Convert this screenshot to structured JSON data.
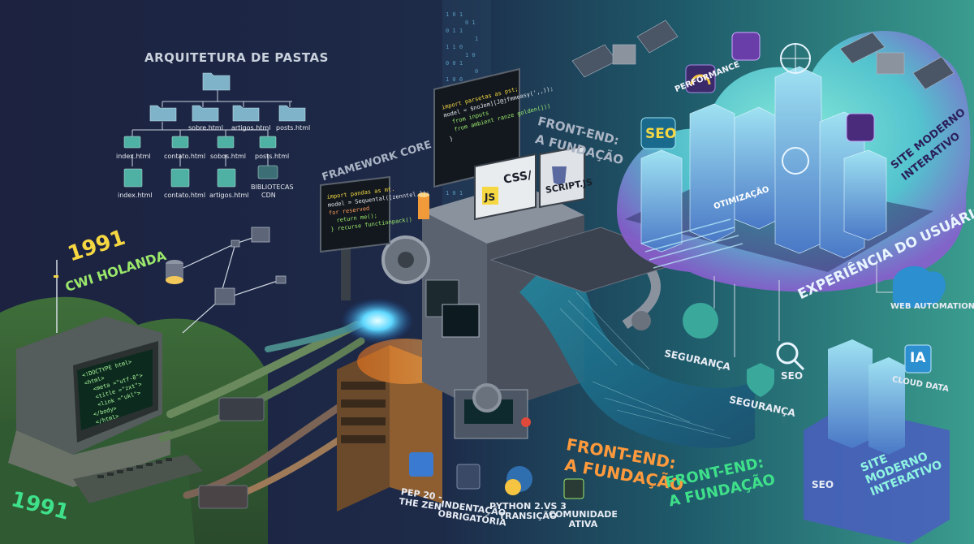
{
  "colors": {
    "bg": "#1a1f3a",
    "accent_cyan": "#3fe6e0",
    "accent_orange": "#ff8a2a",
    "accent_green": "#9be86b",
    "accent_yellow": "#f5d742"
  },
  "folder_section": {
    "title": "ARQUITETURA DE PASTAS",
    "row2": [
      "sobre.html",
      "artigos.html",
      "posts.html"
    ],
    "row3": [
      "index.html",
      "contato.html",
      "sobos.html",
      "posts.html"
    ],
    "row4": [
      "index.html",
      "contato.html",
      "artigos.html"
    ],
    "cdn": {
      "line1": "BIBLIOTECAS",
      "line2": "CDN"
    }
  },
  "timeline": {
    "year_top": "1991",
    "place": "CWI HOLANDA",
    "year_bottom": "1991"
  },
  "framework": {
    "title": "FRAMEWORK CORE",
    "code": [
      "import pandas as mt.",
      "model = Sequental([zenntel,]);",
      "for reserved",
      "  return me();",
      "} recurse functionpack()"
    ]
  },
  "top_screen": {
    "code": [
      "import parsetas as pst;",
      "",
      "model = $noJem][J@jfmmeasy(',,));",
      "  from inputs",
      "  from ambient ranze golden(]))",
      "}"
    ]
  },
  "front_end_top": {
    "line1": "FRONT-END:",
    "line2": "A FUNDAÇÃO"
  },
  "billboards": {
    "js": "JS",
    "css": "CSS/",
    "script": "SCRIPT.JS"
  },
  "retro_code": [
    "<!DOCTYPE html>",
    "<html>",
    "  <meta =\"utf-8\">",
    "  <title =\"zxt\">",
    "  <link =\"ukl\">",
    "</body>",
    "</html>"
  ],
  "bottom_labels": {
    "pep": [
      "PEP 20 -",
      "THE ZEN"
    ],
    "indent": [
      "INDENTAÇÃO",
      "OBRIGATÓRIA"
    ],
    "python": [
      "PYTHON 2.VS 3",
      "TRANSIÇÃO"
    ],
    "community": [
      "COMUNIDADE",
      "ATIVA"
    ]
  },
  "front_end_orange": {
    "line1": "FRONT-END:",
    "line2": "A FUNDAÇÃO"
  },
  "front_end_green": {
    "line1": "FRONT-END:",
    "line2": "A FUNDAÇÃO"
  },
  "city": {
    "performance": "PERFORMANCE",
    "seo_sign": "SEO",
    "otimizacao": "OTIMIZAÇÃO",
    "site_moderno": [
      "SITE MODERNO",
      "INTERATIVO"
    ],
    "experiencia": "EXPERIÊNCIA DO USUÁRIO"
  },
  "right_labels": {
    "seguranca1": "SEGURANÇA",
    "seguranca2": "SEGURANÇA",
    "seo": "SEO",
    "web_automation": "WEB AUTOMATION",
    "ia": "IA",
    "cloud_data": "CLOUD DATA",
    "seo_bottom": "SEO",
    "site_moderno_bottom": [
      "SITE",
      "MODERNO",
      "INTERATIVO"
    ]
  }
}
